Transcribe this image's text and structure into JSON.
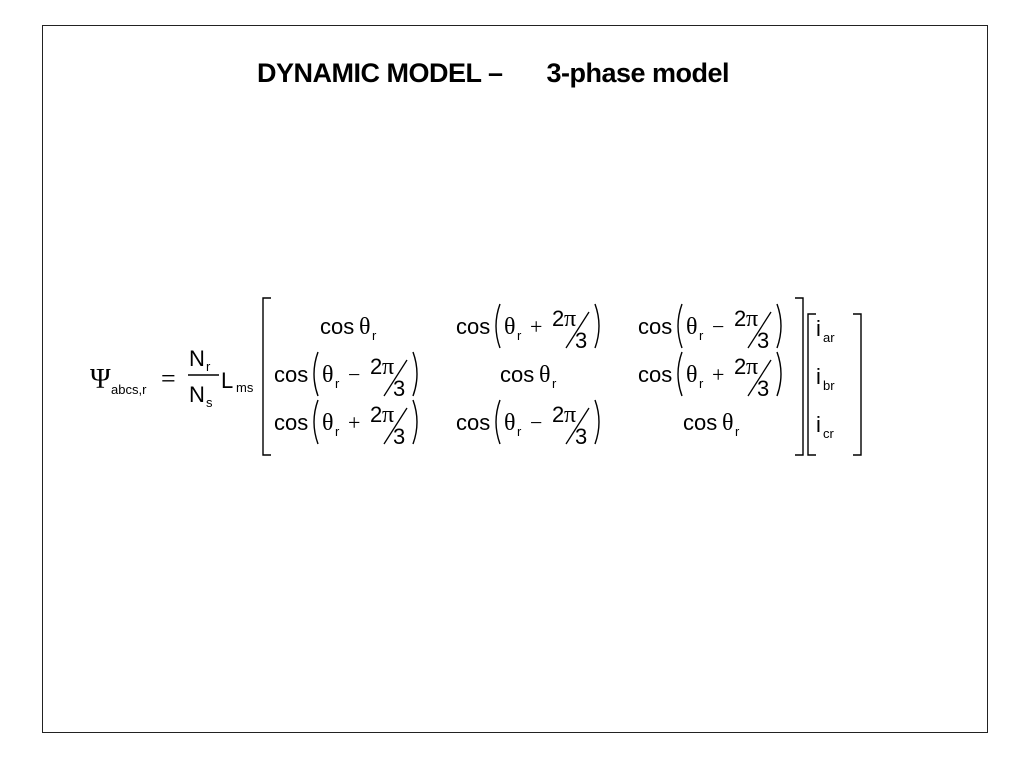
{
  "slide": {
    "title_left": "DYNAMIC MODEL –",
    "title_right": "3-phase model"
  },
  "equation": {
    "lhs": {
      "symbol": "Ψ",
      "subscript": "abcs,r"
    },
    "equals": "=",
    "ratio": {
      "num": "N",
      "num_sub": "r",
      "den": "N",
      "den_sub": "s"
    },
    "inductance": {
      "symbol": "L",
      "subscript": "ms"
    },
    "matrix": {
      "cos": "cos",
      "theta": "θ",
      "theta_sub": "r",
      "two": "2",
      "pi": "π",
      "three": "3",
      "plus": "+",
      "minus": "−"
    },
    "current_vector": [
      {
        "symbol": "i",
        "subscript": "ar"
      },
      {
        "symbol": "i",
        "subscript": "br"
      },
      {
        "symbol": "i",
        "subscript": "cr"
      }
    ]
  }
}
